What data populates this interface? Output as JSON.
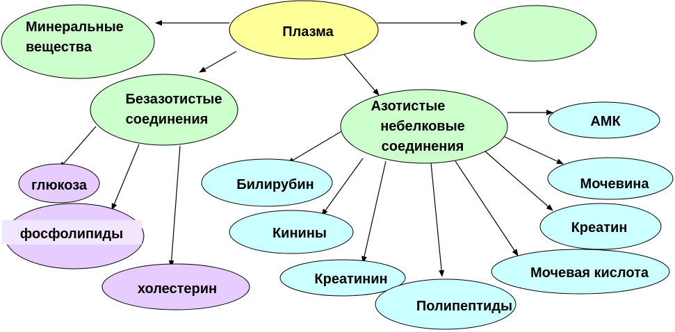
{
  "colors": {
    "plasma": "#ffff99",
    "mineral": "#ccffcc",
    "nonnitrogen": "#ccffcc",
    "nitrogen": "#ccffcc",
    "empty": "#ccffcc",
    "lipid_group": "#e6ccff",
    "nitrogen_group": "#ccffff",
    "label_highlight": "#f2e6ff"
  },
  "nodes": {
    "plasma": "Плазма",
    "minerals": [
      "Минеральные",
      "вещества"
    ],
    "nonnitrogen": [
      "Безазотистые",
      "соединения"
    ],
    "nitrogen": [
      "Азотистые",
      "небелковые",
      "соединения"
    ],
    "empty": "",
    "glucose": "глюкоза",
    "phospholipids": "фосфолипиды",
    "cholesterol": "холестерин",
    "bilirubin": "Билирубин",
    "kinins": "Кинины",
    "creatinine": "Креатинин",
    "polypeptides": "Полипептиды",
    "amk": "АМК",
    "urea": "Мочевина",
    "creatine": "Креатин",
    "uric_acid": "Мочевая кислота"
  },
  "edges": [
    {
      "from": "plasma",
      "to": "minerals"
    },
    {
      "from": "plasma",
      "to": "empty"
    },
    {
      "from": "plasma",
      "to": "nonnitrogen"
    },
    {
      "from": "plasma",
      "to": "nitrogen"
    },
    {
      "from": "nonnitrogen",
      "to": "glucose"
    },
    {
      "from": "nonnitrogen",
      "to": "phospholipids"
    },
    {
      "from": "nonnitrogen",
      "to": "cholesterol"
    },
    {
      "from": "nitrogen",
      "to": "bilirubin"
    },
    {
      "from": "nitrogen",
      "to": "kinins"
    },
    {
      "from": "nitrogen",
      "to": "creatinine"
    },
    {
      "from": "nitrogen",
      "to": "polypeptides"
    },
    {
      "from": "nitrogen",
      "to": "uric_acid"
    },
    {
      "from": "nitrogen",
      "to": "creatine"
    },
    {
      "from": "nitrogen",
      "to": "urea"
    },
    {
      "from": "nitrogen",
      "to": "amk"
    }
  ]
}
